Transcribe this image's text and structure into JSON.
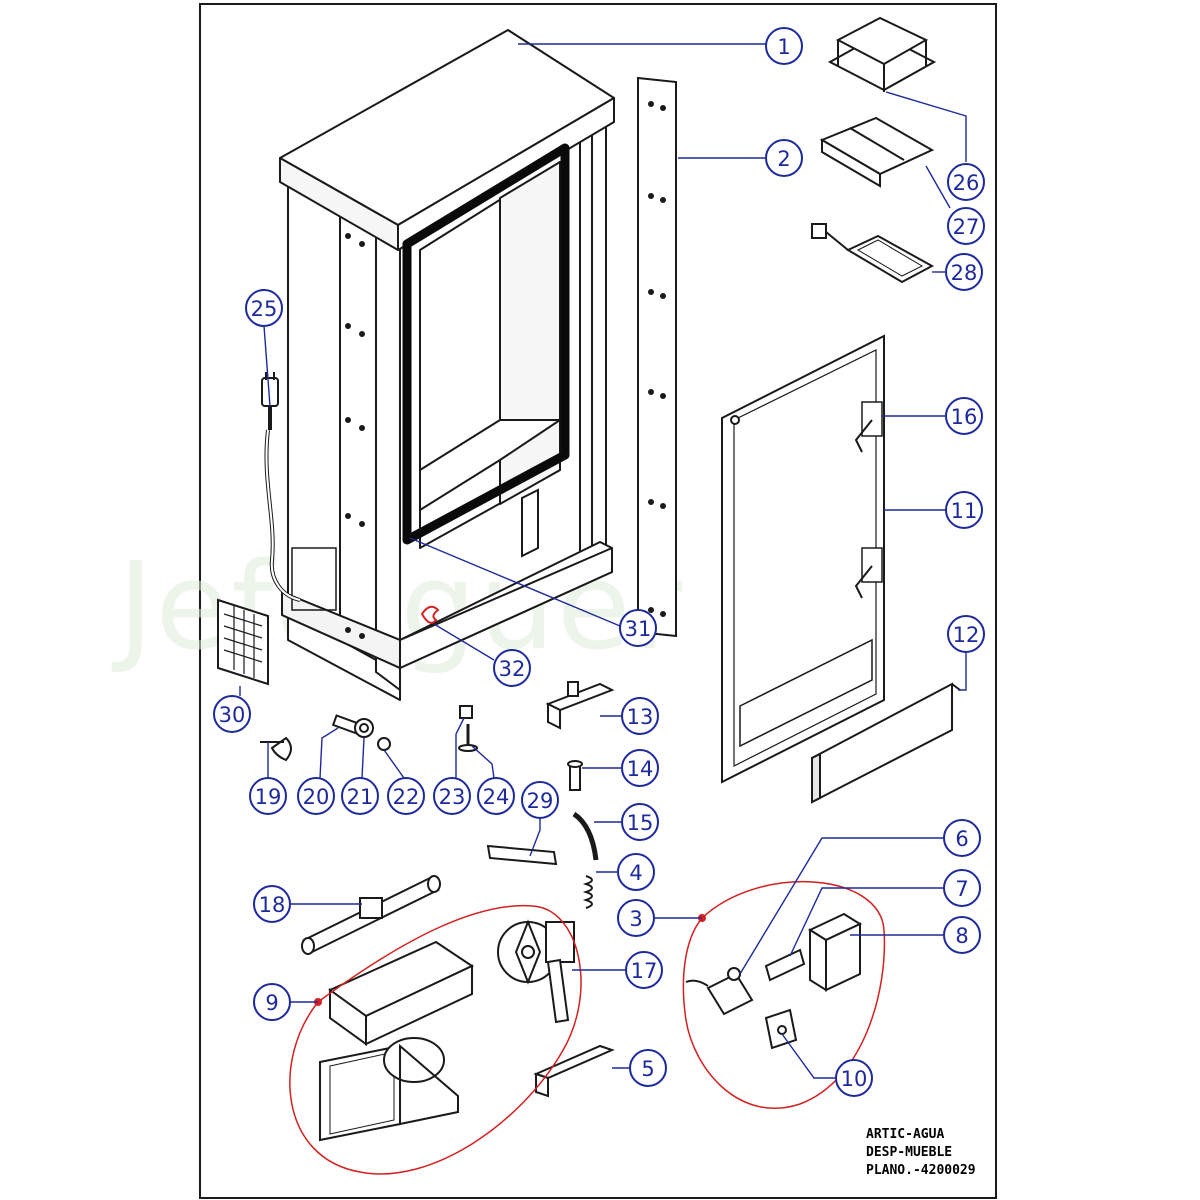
{
  "callouts": [
    {
      "number": "1"
    },
    {
      "number": "2"
    },
    {
      "number": "3"
    },
    {
      "number": "4"
    },
    {
      "number": "5"
    },
    {
      "number": "6"
    },
    {
      "number": "7"
    },
    {
      "number": "8"
    },
    {
      "number": "9"
    },
    {
      "number": "10"
    },
    {
      "number": "11"
    },
    {
      "number": "12"
    },
    {
      "number": "13"
    },
    {
      "number": "14"
    },
    {
      "number": "15"
    },
    {
      "number": "16"
    },
    {
      "number": "17"
    },
    {
      "number": "18"
    },
    {
      "number": "19"
    },
    {
      "number": "20"
    },
    {
      "number": "21"
    },
    {
      "number": "22"
    },
    {
      "number": "23"
    },
    {
      "number": "24"
    },
    {
      "number": "25"
    },
    {
      "number": "26"
    },
    {
      "number": "27"
    },
    {
      "number": "28"
    },
    {
      "number": "29"
    },
    {
      "number": "30"
    },
    {
      "number": "31"
    },
    {
      "number": "32"
    }
  ],
  "title_block": {
    "line1": "ARTIC-AGUA",
    "line2": "DESP-MUEBLE",
    "line3": "PLANO.-4200029"
  },
  "watermark": {
    "text": "Jeferguer"
  },
  "colors": {
    "callout": "#1e2a9c",
    "outline": "#1a1a1a",
    "highlight": "#d42020",
    "watermark": "#dfecda"
  }
}
